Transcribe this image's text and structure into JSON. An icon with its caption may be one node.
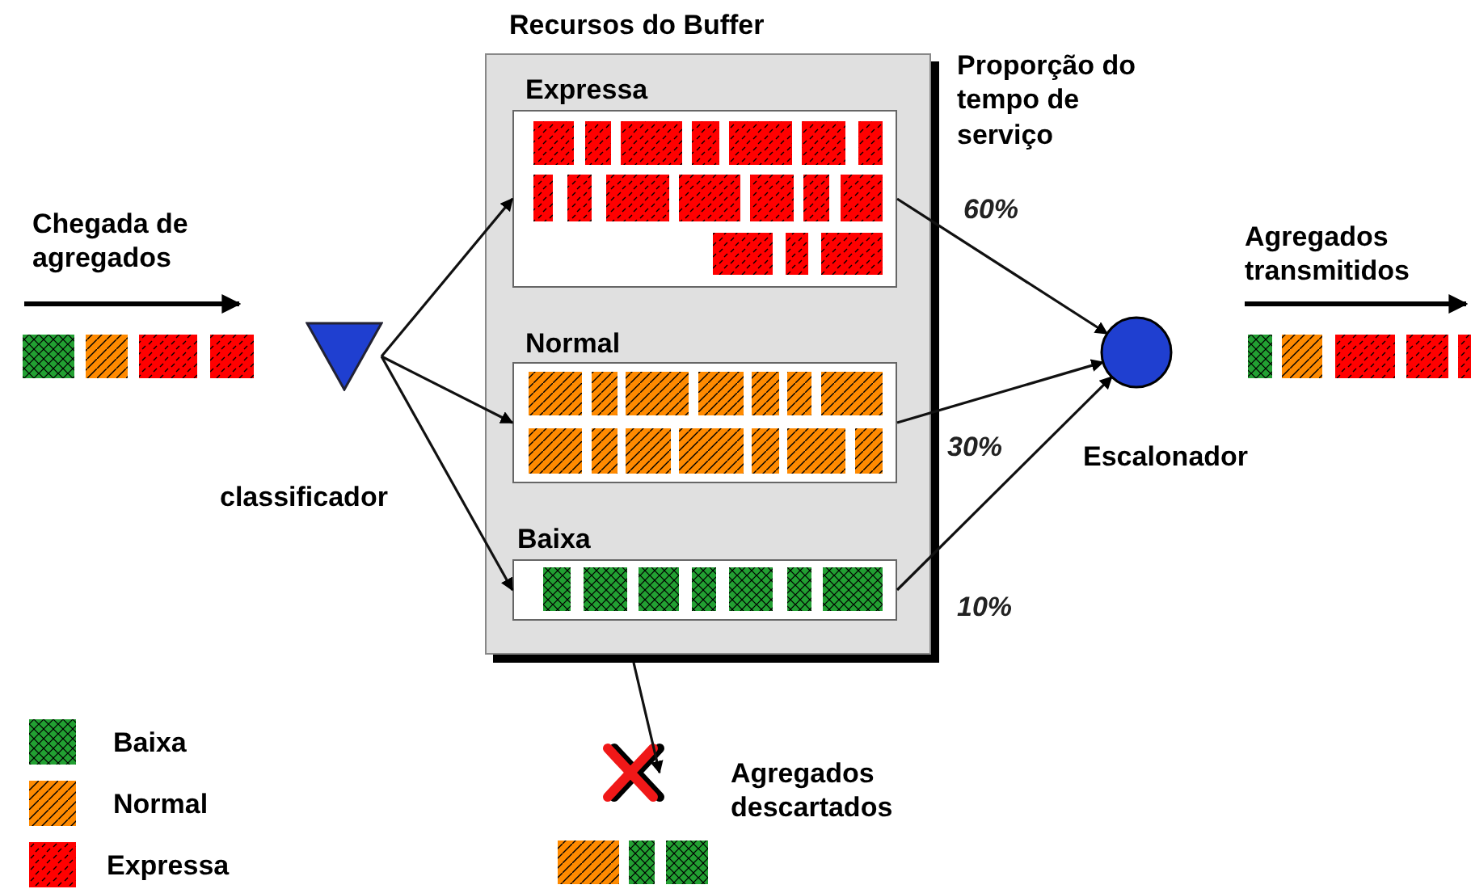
{
  "diagram": {
    "nodes": [
      {
        "text": [
          "Recursos do Buffer"
        ]
      },
      {
        "text": [
          "Expressa"
        ],
        "in": 0
      },
      {
        "text": [
          "Normal"
        ],
        "in": 0
      },
      {
        "text": [
          "Baixa"
        ],
        "in": 0
      },
      {
        "text": [],
        "shape": "triangle",
        "beside": [
          "classificador"
        ]
      },
      {
        "text": [],
        "shape": "circle",
        "beside": [
          "Escalonador"
        ]
      },
      {
        "text": [],
        "shape": "cross",
        "beside": [
          "Agregados descartados"
        ]
      }
    ],
    "edges": [
      {
        "from": 4,
        "to": 1,
        "arrow": "to"
      },
      {
        "from": 4,
        "to": 2,
        "arrow": "to"
      },
      {
        "from": 4,
        "to": 3,
        "arrow": "to"
      },
      {
        "from": 1,
        "to": 5,
        "arrow": "to",
        "label": "60%"
      },
      {
        "from": 2,
        "to": 5,
        "arrow": "to",
        "label": "30%"
      },
      {
        "from": 3,
        "to": 5,
        "arrow": "to",
        "label": "10%"
      },
      {
        "from": 0,
        "to": 6,
        "arrow": "to"
      }
    ],
    "labels": [
      "Chegada de agregados",
      "Proporção do tempo de serviço",
      "Agregados transmitidos"
    ],
    "legend": [
      {
        "text": "Baixa",
        "color": "#22a032"
      },
      {
        "text": "Normal",
        "color": "#ff8a00"
      },
      {
        "text": "Expressa",
        "color": "#ff0000"
      }
    ]
  }
}
